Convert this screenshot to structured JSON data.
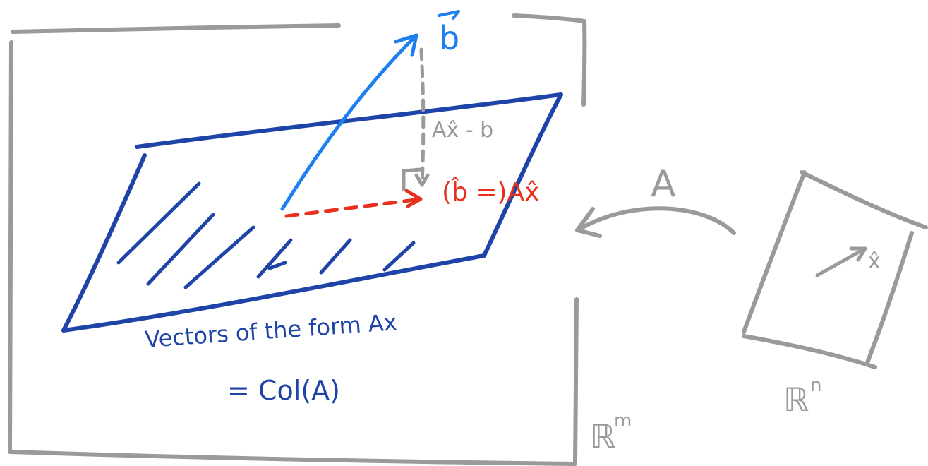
{
  "labels": {
    "b_vector": "b",
    "residual": "Ax̂ - b",
    "projection": "(b̂ =)Ax̂",
    "map": "A",
    "xhat": "x̂",
    "vectors_of_form": "Vectors of the form Ax",
    "col_a": "= Col(A)",
    "rm": "ℝ",
    "rm_exp": "m",
    "rn": "ℝ",
    "rn_exp": "n"
  },
  "colors": {
    "frame_gray": "#9a9a9a",
    "plane_blue": "#1f44a8",
    "vector_light_blue": "#1e7ff0",
    "projection_red": "#e8301e"
  }
}
